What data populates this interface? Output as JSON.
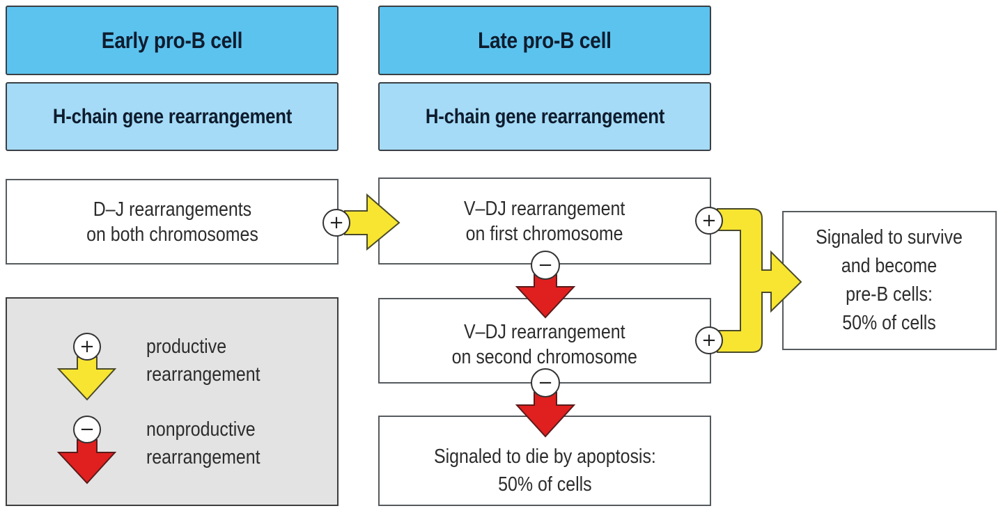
{
  "columns": [
    {
      "stage": "Early pro-B cell",
      "process": "H-chain gene rearrangement"
    },
    {
      "stage": "Late pro-B cell",
      "process": "H-chain gene rearrangement"
    }
  ],
  "steps": {
    "dj": "D–J rearrangements\non both chromosomes",
    "vdj_first": "V–DJ rearrangement\non first chromosome",
    "vdj_second": "V–DJ rearrangement\non second chromosome",
    "apoptosis": "Signaled to die by apoptosis:\n50% of cells",
    "survive": "Signaled to survive\nand become\npre-B cells:\n50% of cells"
  },
  "legend": {
    "productive": {
      "symbol": "+",
      "label": "productive\nrearrangement",
      "color": "#f7e531"
    },
    "nonproductive": {
      "symbol": "−",
      "label": "nonproductive\nrearrangement",
      "color": "#e0201f"
    }
  },
  "symbols": {
    "plus": "+",
    "minus": "−"
  },
  "colors": {
    "header_dark": "#5cc3ef",
    "header_light": "#a5dbf6",
    "productive_arrow": "#f7e531",
    "nonproductive_arrow": "#e0201f",
    "legend_bg": "#e3e3e3"
  }
}
